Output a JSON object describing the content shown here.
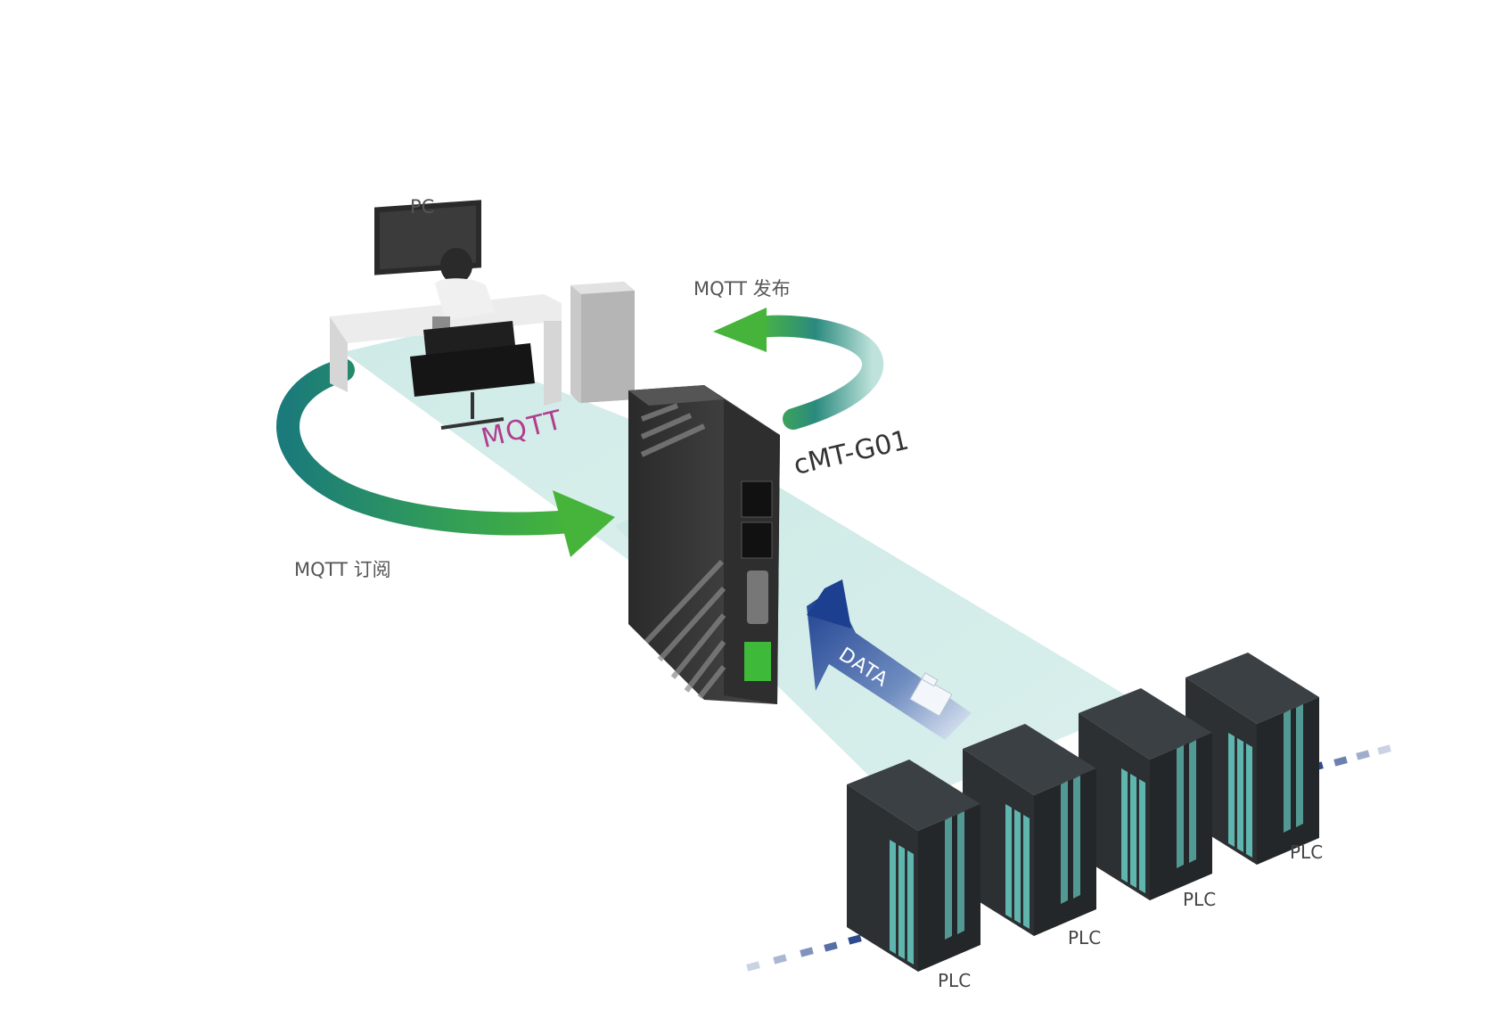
{
  "labels": {
    "pc": "PC",
    "publish": "MQTT 发布",
    "subscribe": "MQTT 订阅",
    "beam": "MQTT",
    "device": "cMT-G01",
    "data": "DATA"
  },
  "plcs": [
    {
      "label": "PLC"
    },
    {
      "label": "PLC"
    },
    {
      "label": "PLC"
    },
    {
      "label": "PLC"
    }
  ],
  "colors": {
    "beam": "#d3ece9",
    "arrow_green": "#3cae3a",
    "arrow_teal": "#1e7f76",
    "data_arrow": "#1d3f8f",
    "device_body": "#3a3a3a",
    "plc_body": "#2c3033",
    "plc_stripe": "#5fb6ae",
    "mqtt_text": "#b03e8c"
  }
}
